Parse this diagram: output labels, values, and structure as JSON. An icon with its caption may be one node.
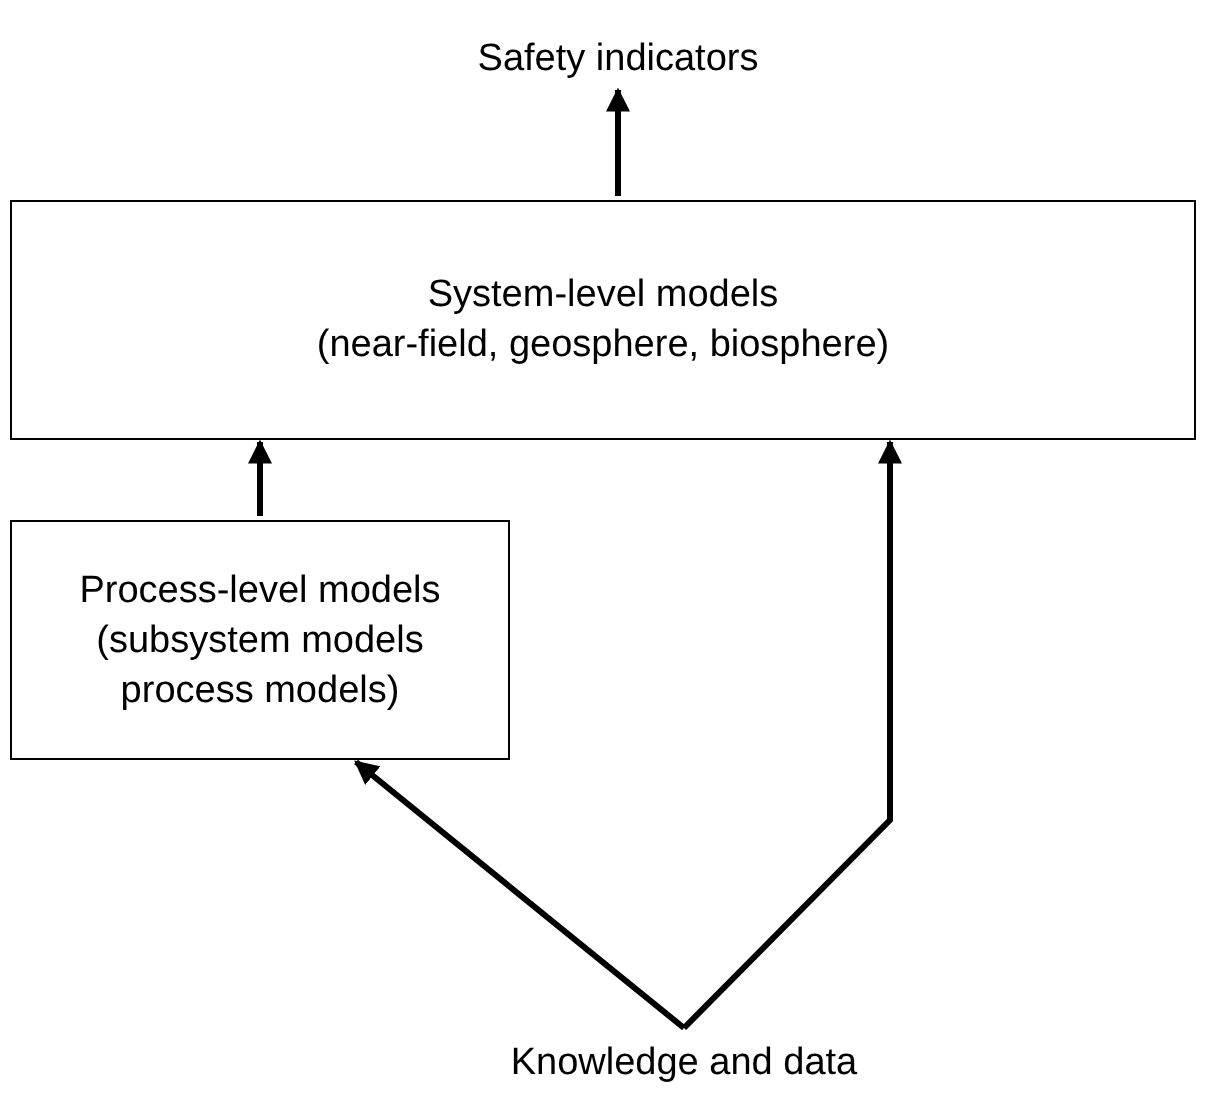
{
  "diagram": {
    "nodes": [
      {
        "text": [
          "Safety indicators"
        ]
      },
      {
        "text": [
          "System-level models",
          "(near-field, geosphere, biosphere)"
        ]
      },
      {
        "text": [
          "Process-level models",
          "(subsystem models process models)"
        ]
      },
      {
        "text": [
          "Knowledge and data"
        ]
      }
    ],
    "edges": [
      {
        "from": 1,
        "to": 0,
        "arrow": "to"
      },
      {
        "from": 2,
        "to": 1,
        "arrow": "to"
      },
      {
        "from": 3,
        "to": 2,
        "arrow": "to"
      },
      {
        "from": 3,
        "to": 1,
        "arrow": "to"
      }
    ]
  }
}
